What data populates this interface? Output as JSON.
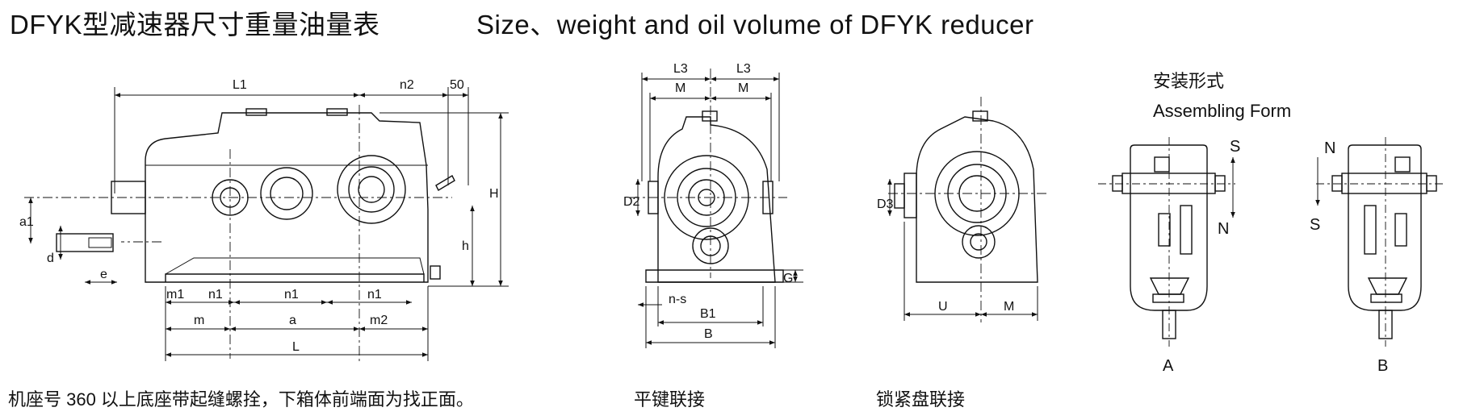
{
  "header": {
    "title_cn": "DFYK型减速器尺寸重量油量表",
    "title_en": "Size、weight and oil volume of DFYK reducer"
  },
  "front_view": {
    "dims": {
      "L1": "L1",
      "n2": "n2",
      "fifty": "50",
      "H": "H",
      "h": "h",
      "a1": "a1",
      "d": "d",
      "e": "e",
      "m1": "m1",
      "n1_a": "n1",
      "n1_b": "n1",
      "n1_c": "n1",
      "m": "m",
      "a": "a",
      "m2": "m2",
      "L": "L"
    }
  },
  "key_view": {
    "dims": {
      "L3_left": "L3",
      "L3_right": "L3",
      "M_left": "M",
      "M_right": "M",
      "D2": "D2",
      "G": "G",
      "ns": "n-s",
      "B1": "B1",
      "B": "B"
    }
  },
  "lock_view": {
    "dims": {
      "D3": "D3",
      "U": "U",
      "M": "M"
    }
  },
  "assembly": {
    "title_cn": "安装形式",
    "title_en": "Assembling Form",
    "form_a": {
      "top": "S",
      "bottom": "N",
      "label": "A"
    },
    "form_b": {
      "top": "N",
      "bottom": "S",
      "label": "B"
    }
  },
  "captions": {
    "note": "机座号 360 以上底座带起缝螺拴，下箱体前端面为找正面。",
    "key": "平键联接",
    "lock": "锁紧盘联接"
  }
}
